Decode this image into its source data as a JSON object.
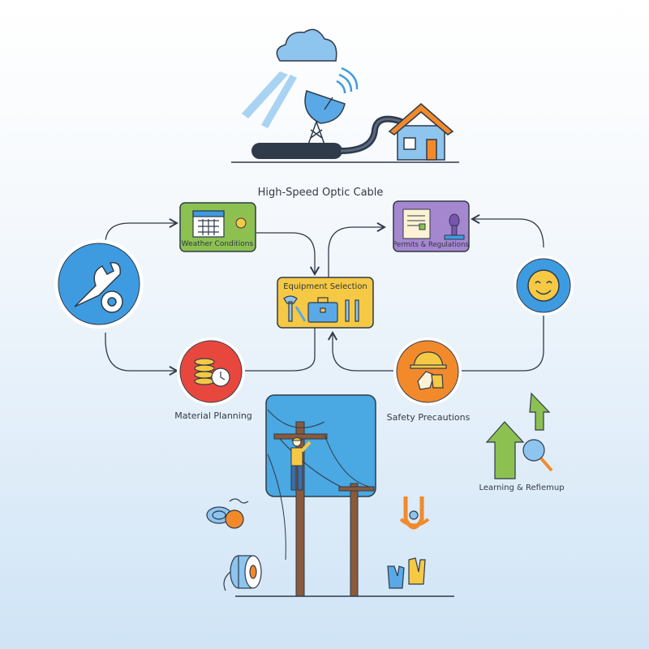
{
  "title": "High-Speed Optic Cable",
  "nodes": {
    "weather": {
      "label": "Weather Conditions",
      "color": "#8cc152"
    },
    "permits": {
      "label": "Permits & Regulations",
      "color": "#a587cf"
    },
    "equipment": {
      "label": "Equipment Selection",
      "color": "#f6c945"
    },
    "material": {
      "label": "Material Planning",
      "color": "#e8473e"
    },
    "safety": {
      "label": "Safety Precautions",
      "color": "#f28a2c"
    },
    "learning": {
      "label": "Learning & Refiemup",
      "color": "#8cc152"
    },
    "tools": {
      "color": "#3f9be0"
    },
    "satisfaction": {
      "color": "#3f9be0"
    }
  },
  "colors": {
    "line": "#2f3a4a",
    "panel": "#4aa8e2",
    "pole": "#8a5a3b"
  }
}
